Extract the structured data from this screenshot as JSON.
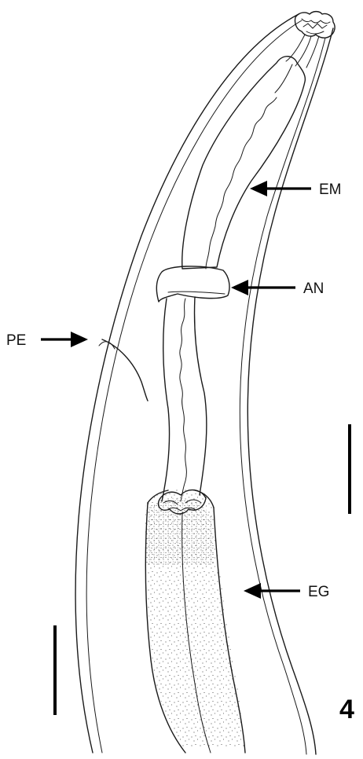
{
  "labels": {
    "em": "EM",
    "an": "AN",
    "pe": "PE",
    "eg": "EG"
  },
  "figure_number": "4",
  "colors": {
    "ink": "#1a1a1a",
    "background": "#ffffff"
  }
}
